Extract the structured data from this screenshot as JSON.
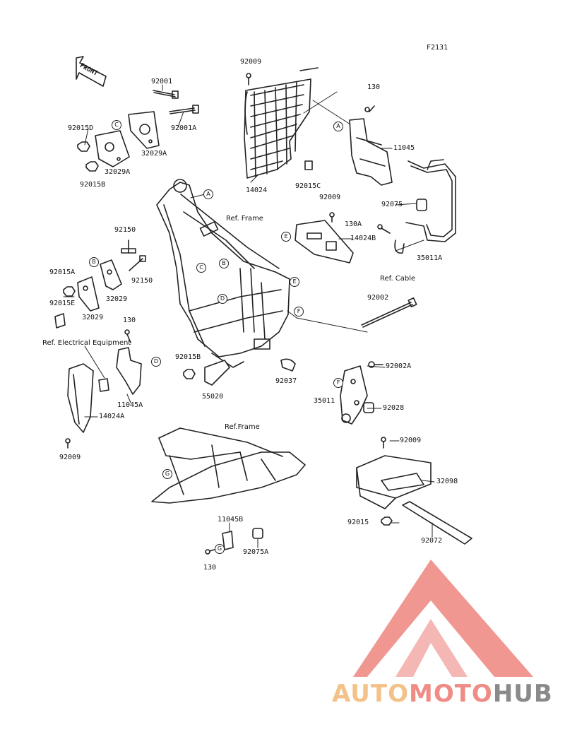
{
  "code": "F2131",
  "front_label": "FRONT",
  "parts": {
    "p92009_a": "92009",
    "p92001": "92001",
    "p92001a": "92001A",
    "p92015d": "92015D",
    "p32029a_a": "32029A",
    "p32029a_b": "32029A",
    "p92015b_a": "92015B",
    "p14024": "14024",
    "p92015c": "92015C",
    "p130_a": "130",
    "p11045": "11045",
    "p92075": "92075",
    "p92009_b": "92009",
    "p130a": "130A",
    "p14024b": "14024B",
    "p35011a": "35011A",
    "p92150_a": "92150",
    "p92015a": "92015A",
    "p92015e": "92015E",
    "p32029_a": "32029",
    "p92150_b": "92150",
    "p32029_b": "32029",
    "p92002": "92002",
    "p130_b": "130",
    "p92015b_b": "92015B",
    "p92037": "92037",
    "p11045a": "11045A",
    "p55020": "55020",
    "p92002a": "92002A",
    "p35011": "35011",
    "p92028": "92028",
    "p14024a": "14024A",
    "p92009_c": "92009",
    "p92009_d": "92009",
    "p32098": "32098",
    "p92015": "92015",
    "p92072": "92072",
    "p11045b": "11045B",
    "p92075a": "92075A",
    "p130_c": "130"
  },
  "refs": {
    "frame_1": "Ref. Frame",
    "cable": "Ref. Cable",
    "electrical": "Ref. Electrical Equipment",
    "frame_2": "Ref.Frame"
  },
  "markers": {
    "A": "A",
    "B": "B",
    "C": "C",
    "D": "D",
    "E": "E",
    "F": "F",
    "G": "G"
  },
  "watermark": {
    "part1": "AUTO",
    "part2": "MOTO",
    "part3": "HUB",
    "color_yellow": "#f3c289",
    "color_red": "#f08c86",
    "color_gray": "#8a8a8a"
  }
}
